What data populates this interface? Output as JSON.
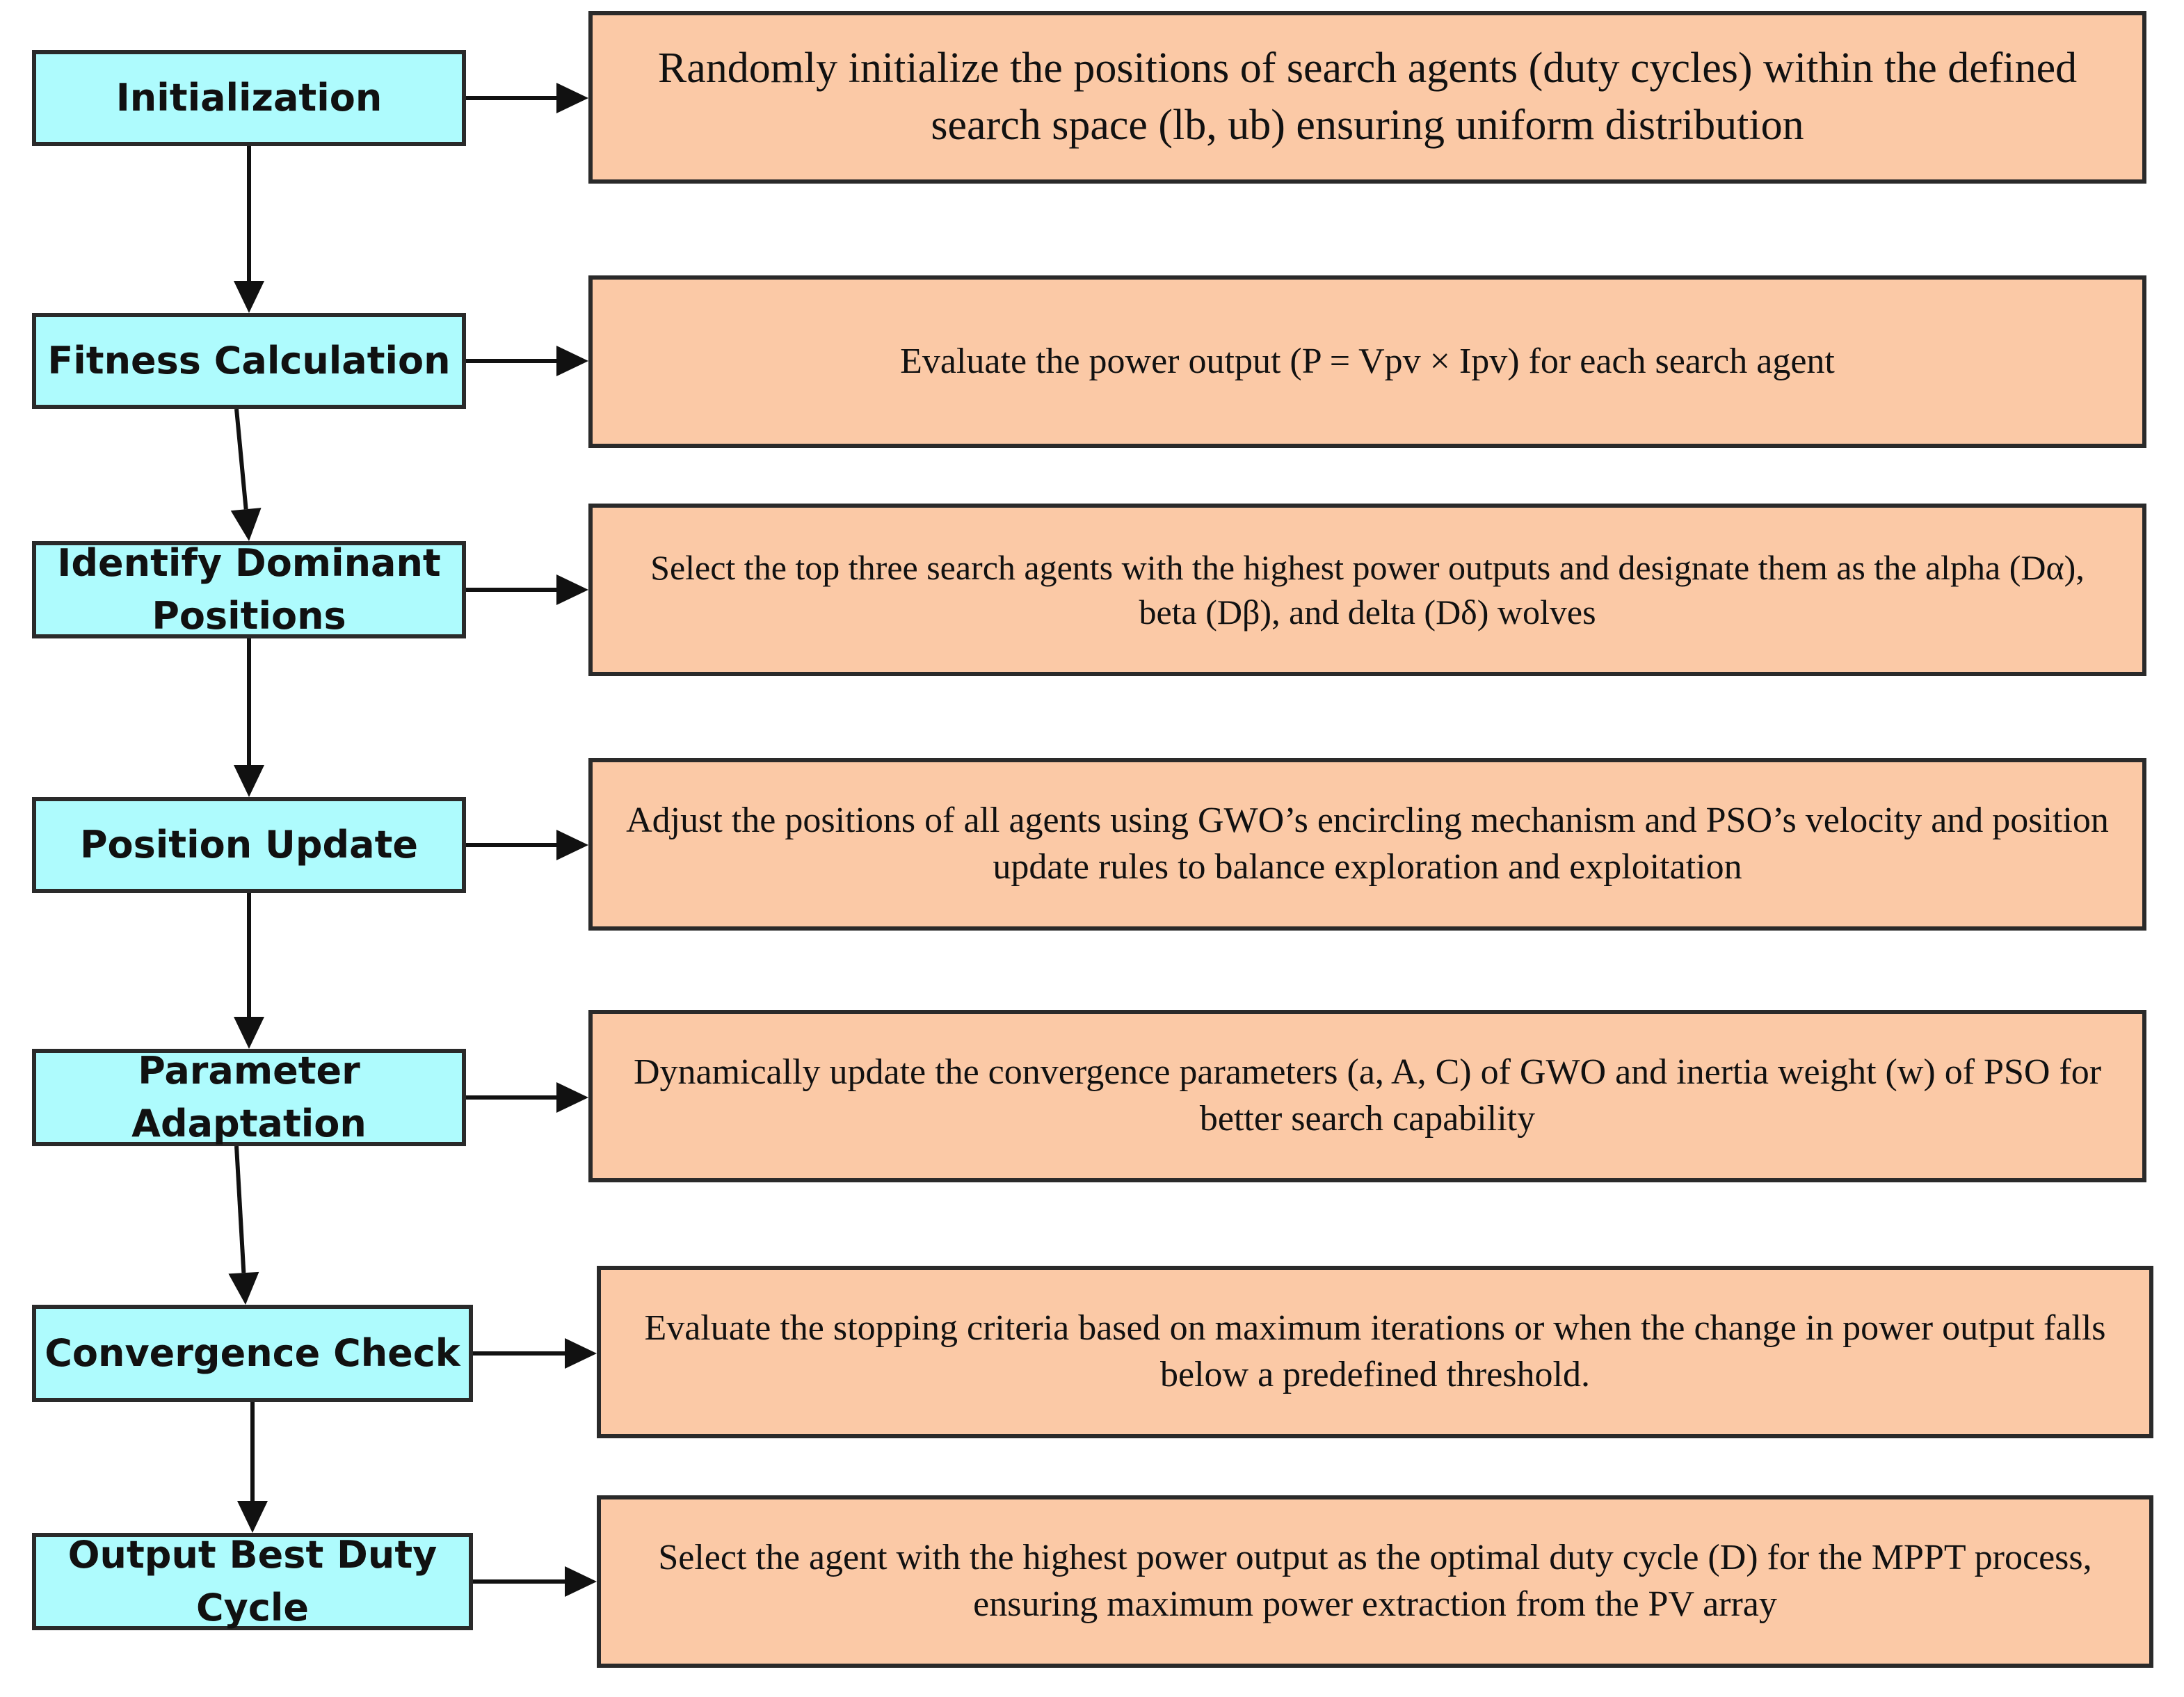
{
  "colors": {
    "step_fill": "#aefbfd",
    "desc_fill": "#fbc9a6",
    "stroke": "#2a2a2a",
    "arrow": "#111111"
  },
  "steps": [
    {
      "label": "Initialization",
      "description": "Randomly initialize the positions of search agents (duty cycles) within the defined search space (lb, ub) ensuring uniform distribution"
    },
    {
      "label": "Fitness Calculation",
      "description": "Evaluate the power output (P = Vpv × Ipv) for each search agent"
    },
    {
      "label": "Identify Dominant Positions",
      "description": "Select the top three search agents with the highest power outputs and designate them as the alpha (Dα), beta (Dβ), and delta (Dδ) wolves"
    },
    {
      "label": "Position Update",
      "description": "Adjust the positions of all agents using GWO’s encircling mechanism and PSO’s velocity and position update rules to balance exploration and exploitation"
    },
    {
      "label": "Parameter Adaptation",
      "description": "Dynamically update the convergence parameters (a, A, C) of GWO and inertia weight (w) of PSO for better search capability"
    },
    {
      "label": "Convergence Check",
      "description": "Evaluate the stopping criteria based on maximum iterations or when the change in power output falls below a predefined threshold."
    },
    {
      "label": "Output Best Duty Cycle",
      "description": "Select the agent with the highest power output as the optimal duty cycle (D) for the MPPT process, ensuring maximum power extraction from the PV array"
    }
  ]
}
